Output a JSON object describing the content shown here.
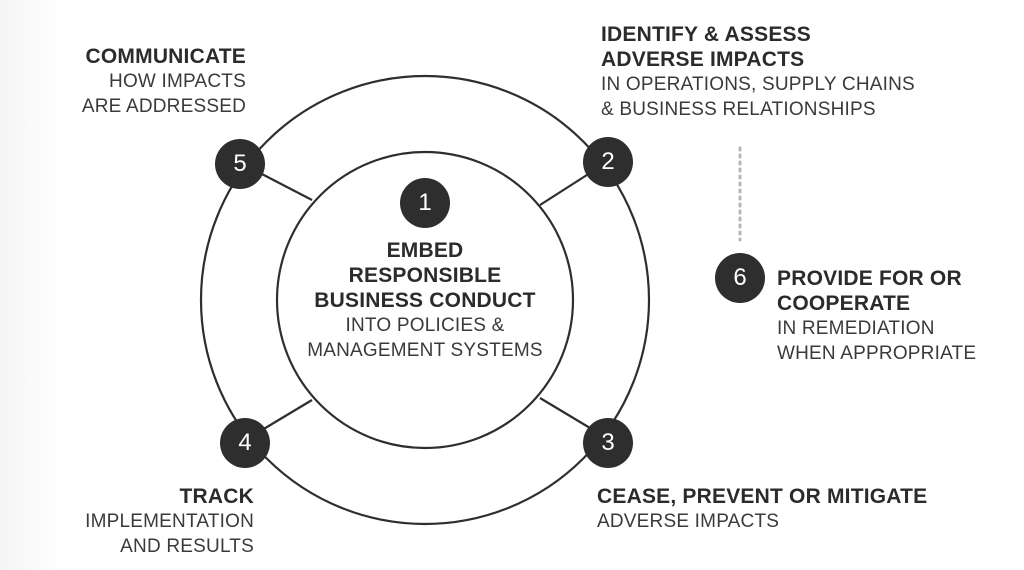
{
  "steps": [
    {
      "number": "1",
      "heading": [
        "EMBED",
        "RESPONSIBLE",
        "BUSINESS CONDUCT"
      ],
      "detail": [
        "INTO POLICIES &",
        "MANAGEMENT SYSTEMS"
      ]
    },
    {
      "number": "2",
      "heading": [
        "IDENTIFY & ASSESS",
        "ADVERSE IMPACTS"
      ],
      "detail": [
        "IN OPERATIONS, SUPPLY CHAINS",
        "& BUSINESS RELATIONSHIPS"
      ]
    },
    {
      "number": "3",
      "heading": [
        "CEASE, PREVENT OR MITIGATE"
      ],
      "detail": [
        "ADVERSE IMPACTS"
      ]
    },
    {
      "number": "4",
      "heading": [
        "TRACK"
      ],
      "detail": [
        "IMPLEMENTATION",
        "AND RESULTS"
      ]
    },
    {
      "number": "5",
      "heading": [
        "COMMUNICATE"
      ],
      "detail": [
        "HOW IMPACTS",
        "ARE ADDRESSED"
      ]
    },
    {
      "number": "6",
      "heading": [
        "PROVIDE FOR OR",
        "COOPERATE"
      ],
      "detail": [
        "IN REMEDIATION",
        "WHEN APPROPRIATE"
      ]
    }
  ],
  "colors": {
    "stroke": "#2e2e2e",
    "badge": "#2e2e2e",
    "connector": "#b5b5b5"
  }
}
